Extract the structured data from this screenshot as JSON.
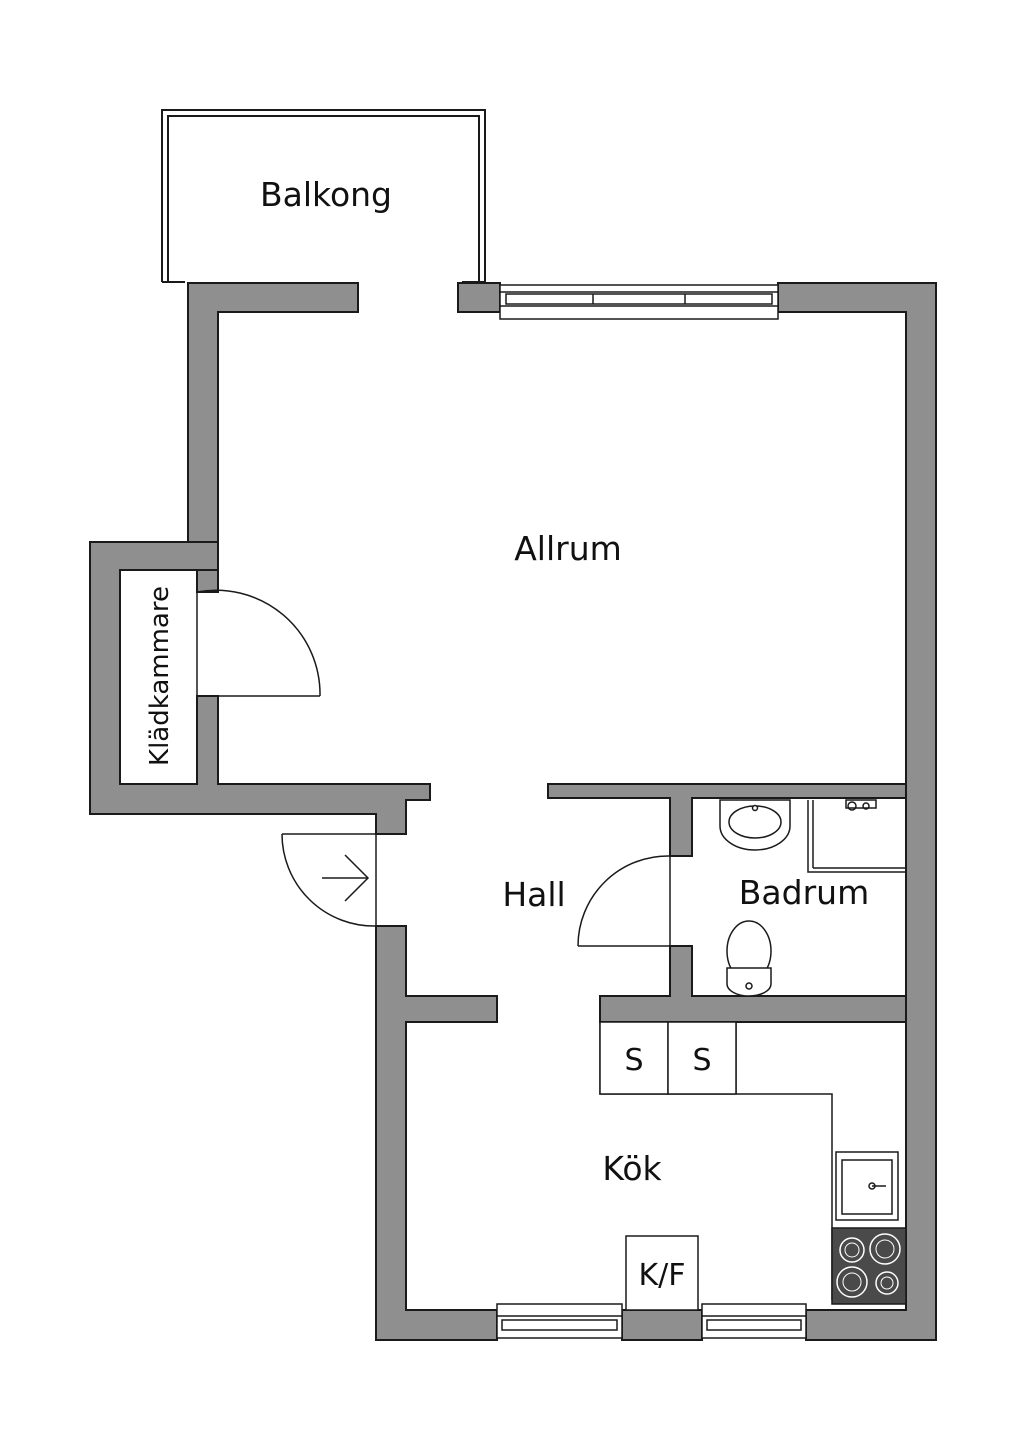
{
  "rooms": {
    "balcony": "Balkong",
    "living": "Allrum",
    "closet": "Klädkammare",
    "hall": "Hall",
    "bathroom": "Badrum",
    "kitchen": "Kök"
  },
  "fixtures": {
    "cabinet_1": "S",
    "cabinet_2": "S",
    "fridge_freezer": "K/F"
  },
  "colors": {
    "wall": "#8f8f8f",
    "line": "#1a1a1a",
    "stove": "#4a4a4a"
  }
}
